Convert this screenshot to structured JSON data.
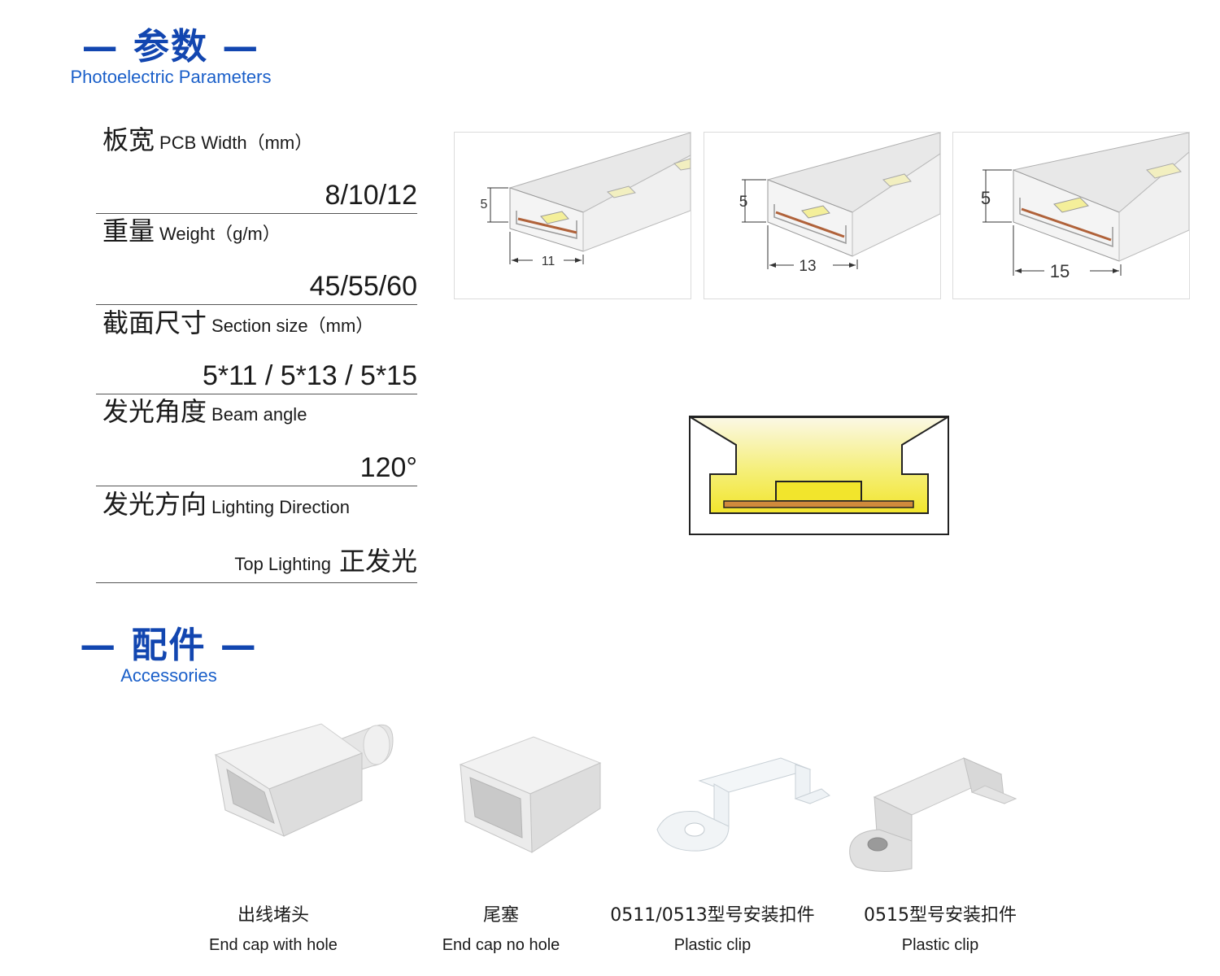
{
  "params_section": {
    "title_zh": "— 参数 —",
    "title_en": "Photoelectric Parameters"
  },
  "params": [
    {
      "label_zh": "板宽",
      "label_en": "PCB Width（mm）",
      "value": "8/10/12"
    },
    {
      "label_zh": "重量",
      "label_en": "Weight（g/m）",
      "value": "45/55/60"
    },
    {
      "label_zh": "截面尺寸",
      "label_en": "Section size（mm）",
      "value": "5*11 / 5*13 / 5*15"
    },
    {
      "label_zh": "发光角度",
      "label_en": "Beam angle",
      "value": "120°"
    },
    {
      "label_zh": "发光方向",
      "label_en": "Lighting Direction",
      "value_en": "Top Lighting",
      "value_zh": "正发光"
    }
  ],
  "profiles": [
    {
      "height_label": "5",
      "width_label": "11"
    },
    {
      "height_label": "5",
      "width_label": "13"
    },
    {
      "height_label": "5",
      "width_label": "15"
    }
  ],
  "accessories_section": {
    "title_zh": "— 配件 —",
    "title_en": "Accessories"
  },
  "accessories": [
    {
      "name_zh": "出线堵头",
      "name_en": "End cap with hole",
      "icon": "end-cap-with-hole-icon"
    },
    {
      "name_zh": "尾塞",
      "name_en": "End cap no hole",
      "icon": "end-cap-no-hole-icon"
    },
    {
      "name_zh": "0511/0513型号安装扣件",
      "name_en": "Plastic clip",
      "icon": "clear-plastic-clip-icon"
    },
    {
      "name_zh": "0515型号安装扣件",
      "name_en": "Plastic clip",
      "icon": "white-plastic-clip-icon"
    }
  ],
  "colors": {
    "heading_blue": "#1246b0",
    "light_yellow": "#f2e52c",
    "pcb_copper": "#d08a3c"
  }
}
